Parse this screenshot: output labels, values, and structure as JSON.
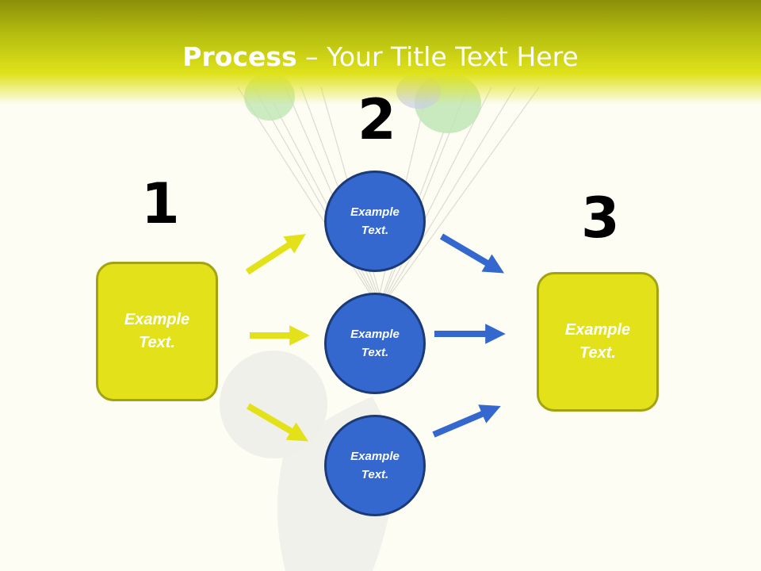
{
  "title": {
    "bold": "Process",
    "rest": " – Your Title Text Here"
  },
  "steps": [
    {
      "number": "1",
      "text": "Example\nText."
    },
    {
      "number": "2"
    },
    {
      "number": "3",
      "text": "Example\nText."
    }
  ],
  "circles": [
    {
      "text": "Example\nText."
    },
    {
      "text": "Example\nText."
    },
    {
      "text": "Example\nText."
    }
  ],
  "colors": {
    "yellow": "#e3e21a",
    "yellow_border": "#a3a312",
    "blue": "#3468cf",
    "blue_border": "#1b3a78",
    "header": "#b8c010"
  }
}
